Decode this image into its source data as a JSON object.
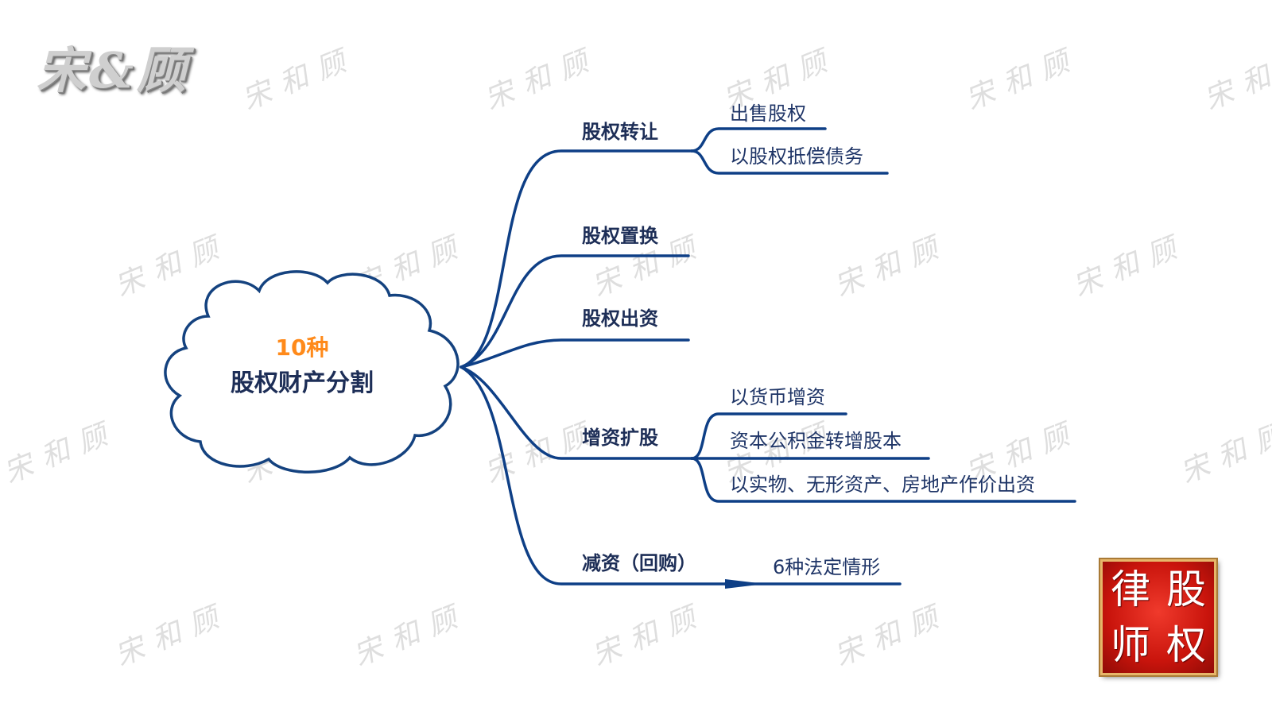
{
  "brand": {
    "text": "宋&顾"
  },
  "watermark": {
    "text": "宋和顾"
  },
  "center": {
    "count": "10种",
    "title": "股权财产分割"
  },
  "branches": [
    {
      "label": "股权转让",
      "children": [
        "出售股权",
        "以股权抵偿债务"
      ]
    },
    {
      "label": "股权置换",
      "children": []
    },
    {
      "label": "股权出资",
      "children": []
    },
    {
      "label": "增资扩股",
      "children": [
        "以货币增资",
        "资本公积金转增股本",
        "以实物、无形资产、房地产作价出资"
      ]
    },
    {
      "label": "减资（回购）",
      "children": [
        "6种法定情形"
      ]
    }
  ],
  "seal": {
    "chars": [
      "律",
      "股",
      "师",
      "权"
    ]
  },
  "colors": {
    "line": "#0e3f86",
    "center_count": "#ff8a1a",
    "text": "#1d2e57",
    "seal": "#d11a10"
  }
}
